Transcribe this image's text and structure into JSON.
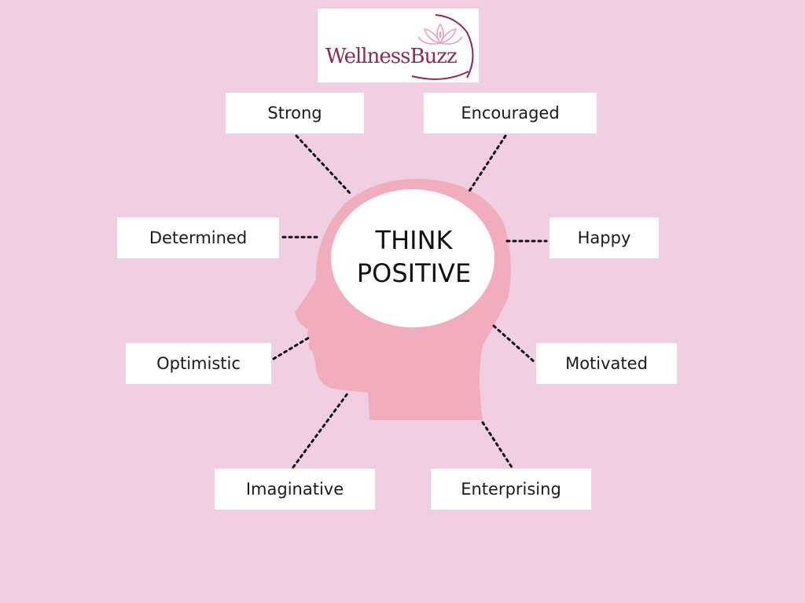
{
  "logo": {
    "text": "WellnessBuzz",
    "icon": "lotus-icon"
  },
  "center": {
    "line1": "THINK",
    "line2": "POSITIVE"
  },
  "labels": {
    "strong": "Strong",
    "encouraged": "Encouraged",
    "determined": "Determined",
    "happy": "Happy",
    "optimistic": "Optimistic",
    "motivated": "Motivated",
    "imaginative": "Imaginative",
    "enterprising": "Enterprising"
  },
  "colors": {
    "background": "#efcfe1",
    "head": "#f2adbd",
    "brain": "#ffffff",
    "box": "#ffffff",
    "connector": "#111111",
    "logo": "#8a2b5a",
    "lotus": "#e4a3cb"
  }
}
